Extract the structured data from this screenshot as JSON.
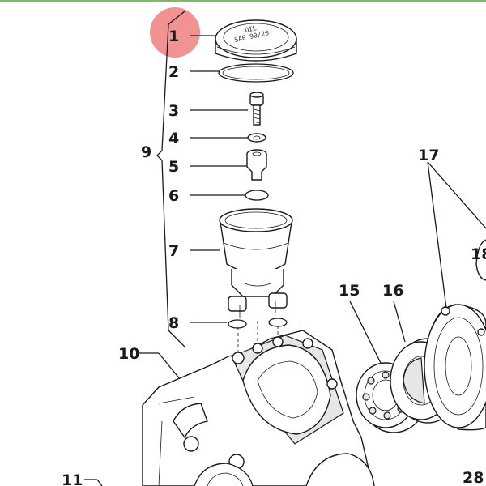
{
  "diagram": {
    "highlight_color": "#f07f7f",
    "rule_color": "#7fb86a",
    "labels": [
      "1",
      "2",
      "3",
      "4",
      "5",
      "6",
      "7",
      "8",
      "9",
      "10",
      "11",
      "15",
      "16",
      "17",
      "18",
      "28"
    ],
    "cap_text": [
      "OIL",
      "SAE 90/20"
    ]
  }
}
